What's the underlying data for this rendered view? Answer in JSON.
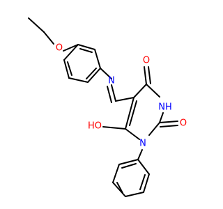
{
  "atoms": {
    "ether_o": {
      "symbol": "O",
      "element": "O"
    },
    "imine_n": {
      "symbol": "N",
      "element": "N"
    },
    "carbonyl_o_top": {
      "symbol": "O",
      "element": "O"
    },
    "ring_nh": {
      "symbol": "NH",
      "element": "N"
    },
    "carbonyl_o_right": {
      "symbol": "O",
      "element": "O"
    },
    "ring_n_phenyl": {
      "symbol": "N",
      "element": "N"
    },
    "hydroxyl": {
      "symbol": "HO",
      "element": "O"
    }
  },
  "colors": {
    "bond": "#000000",
    "nitrogen": "#0000ff",
    "oxygen": "#ff0000",
    "background": "#ffffff"
  }
}
